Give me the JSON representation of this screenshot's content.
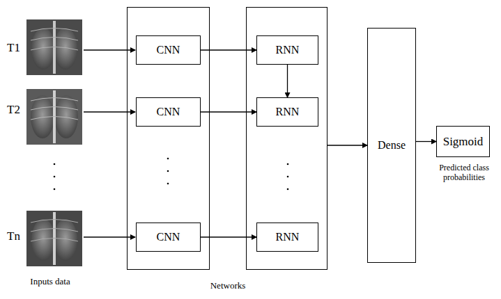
{
  "diagram": {
    "nodes": [
      {
        "text": []
      },
      {
        "text": [
          "CNN"
        ],
        "in": 0
      },
      {
        "text": [
          "CNN"
        ],
        "in": 0
      },
      {
        "text": [
          "CNN"
        ],
        "in": 0
      },
      {
        "text": []
      },
      {
        "text": [
          "RNN"
        ],
        "in": 4
      },
      {
        "text": [
          "RNN"
        ],
        "in": 4
      },
      {
        "text": [
          "RNN"
        ],
        "in": 4
      },
      {
        "text": [
          "Dense"
        ]
      },
      {
        "text": [
          "Sigmoid"
        ]
      }
    ],
    "edges": [
      {
        "from": 1,
        "to": 5,
        "arrow": "to"
      },
      {
        "from": 5,
        "to": 6,
        "arrow": "to"
      },
      {
        "from": 2,
        "to": 6,
        "arrow": "to"
      },
      {
        "from": 3,
        "to": 7,
        "arrow": "to"
      },
      {
        "from": 4,
        "to": 8,
        "arrow": "to"
      },
      {
        "from": 8,
        "to": 9,
        "arrow": "to"
      }
    ],
    "labels": [
      "T1",
      "T2",
      "Tn",
      "Inputs data",
      "Networks",
      "Predicted class probabilities"
    ]
  }
}
